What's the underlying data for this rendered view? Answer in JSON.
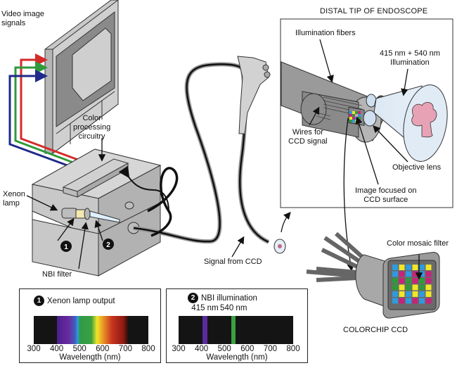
{
  "labels": {
    "video_image_signals": "Video image\nsignals",
    "color_processing_circuitry": "Color\nprocessing\ncircuitry",
    "xenon_lamp": "Xenon\nlamp",
    "nbi_filter": "NBI filter",
    "signal_from_ccd": "Signal from CCD",
    "distal_tip_header": "DISTAL TIP OF ENDOSCOPE",
    "illumination_fibers": "Illumination fibers",
    "illumination_wavelengths": "415 nm + 540 nm\nIllumination",
    "wires_for_ccd_signal": "Wires for\nCCD signal",
    "objective_lens": "Objective lens",
    "image_focused": "Image focused on\nCCD surface",
    "color_mosaic_filter": "Color mosaic filter",
    "colorchip_ccd": "COLORCHIP CCD"
  },
  "markers": [
    {
      "number": "1",
      "meaning": "lamp output point"
    },
    {
      "number": "2",
      "meaning": "after NBI filter"
    }
  ],
  "signal_colors": {
    "red": "#d42a2a",
    "green": "#2f9a3a",
    "blue": "#1f2a8a"
  },
  "chart_data": [
    {
      "type": "spectrum",
      "marker": "1",
      "title": "Xenon lamp output",
      "xlabel": "Wavelength (nm)",
      "xlim": [
        300,
        800
      ],
      "xticks": [
        "300",
        "400",
        "500",
        "600",
        "700",
        "800"
      ],
      "band": {
        "from": 400,
        "to": 710
      },
      "gradient_stops": [
        {
          "nm": 400,
          "color": "#4a1f8f"
        },
        {
          "nm": 450,
          "color": "#6a2a9e"
        },
        {
          "nm": 480,
          "color": "#3f5fc0"
        },
        {
          "nm": 490,
          "color": "#2f9adf"
        },
        {
          "nm": 500,
          "color": "#2f9a4a"
        },
        {
          "nm": 550,
          "color": "#3aa040"
        },
        {
          "nm": 575,
          "color": "#f2e628"
        },
        {
          "nm": 600,
          "color": "#e89a28"
        },
        {
          "nm": 640,
          "color": "#c8341e"
        },
        {
          "nm": 690,
          "color": "#8e1a12"
        },
        {
          "nm": 710,
          "color": "#2a0f0a"
        }
      ]
    },
    {
      "type": "spectrum",
      "marker": "2",
      "title": "NBI illumination",
      "xlabel": "Wavelength (nm)",
      "xlim": [
        300,
        800
      ],
      "xticks": [
        "300",
        "400",
        "500",
        "600",
        "700",
        "800"
      ],
      "bands": [
        {
          "label": "415 nm",
          "center": 415,
          "from": 405,
          "to": 425,
          "color": "#5a2a9e"
        },
        {
          "label": "540 nm",
          "center": 540,
          "from": 530,
          "to": 550,
          "color": "#3aa040"
        }
      ]
    }
  ],
  "mosaic_colors": [
    "#2f9adf",
    "#f2e628",
    "#2f9a3a",
    "#c8237a"
  ]
}
